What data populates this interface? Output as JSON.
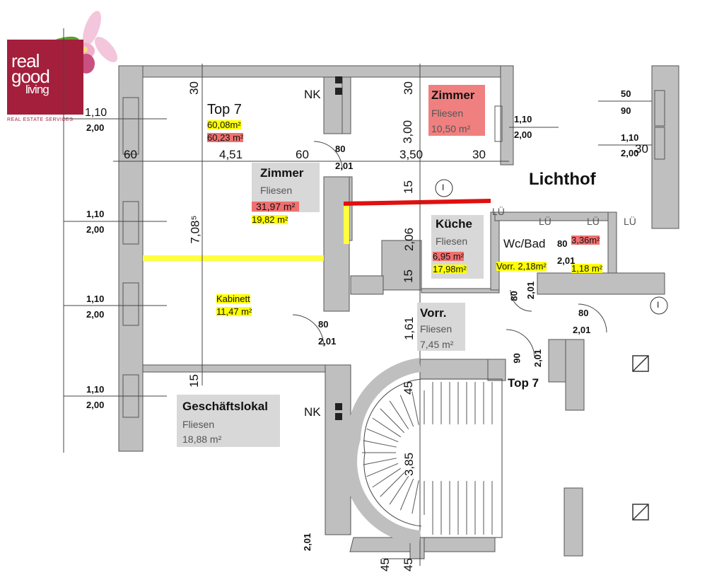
{
  "brand": {
    "line1": "real",
    "line2": "good",
    "line3": "living",
    "tagline": "REAL ESTATE SERVICES",
    "color": "#a31f3c",
    "icon": "orchid-icon"
  },
  "header": {
    "unit": "Top 7",
    "area_a": "60,08m²",
    "area_b": "60,23 m²",
    "courtyard": "Lichthof"
  },
  "rooms": {
    "zimmer_small": {
      "name": "Zimmer",
      "floor": "Fliesen",
      "area": "10,50 m²"
    },
    "zimmer_large": {
      "name": "Zimmer",
      "floor": "Fliesen",
      "area_old": "31,97 m²",
      "area_new": "19,82 m²"
    },
    "kabinett": {
      "name": "Kabinett",
      "area": "11,47 m²"
    },
    "kueche": {
      "name": "Küche",
      "floor": "Fliesen",
      "area_old": "6,95 m²",
      "area_new": "17,98m²"
    },
    "wcbad": {
      "name": "Wc/Bad",
      "area_old": "3,36m²",
      "area_new": "1,18 m²",
      "vorr_area": "Vorr. 2,18m²"
    },
    "vorr": {
      "name": "Vorr.",
      "floor": "Fliesen",
      "area": "7,45 m²"
    },
    "geschaeft": {
      "name": "Geschäftslokal",
      "floor": "Fliesen",
      "area": "18,88 m²"
    },
    "top7_door": "Top 7"
  },
  "labels": {
    "nk": "NK",
    "lu": "LÜ",
    "i": "I"
  },
  "dims": {
    "win_w": "1,10",
    "win_h": "2,00",
    "d50": "50",
    "d90": "90",
    "d30": "30",
    "d60": "60",
    "d451": "4,51",
    "d350": "3,50",
    "d300": "3,00",
    "d80": "80",
    "d201": "2,01",
    "d15": "15",
    "d206": "2,06",
    "d708": "7,08⁵",
    "d161": "1,61",
    "d45": "45",
    "d385": "3,85"
  }
}
